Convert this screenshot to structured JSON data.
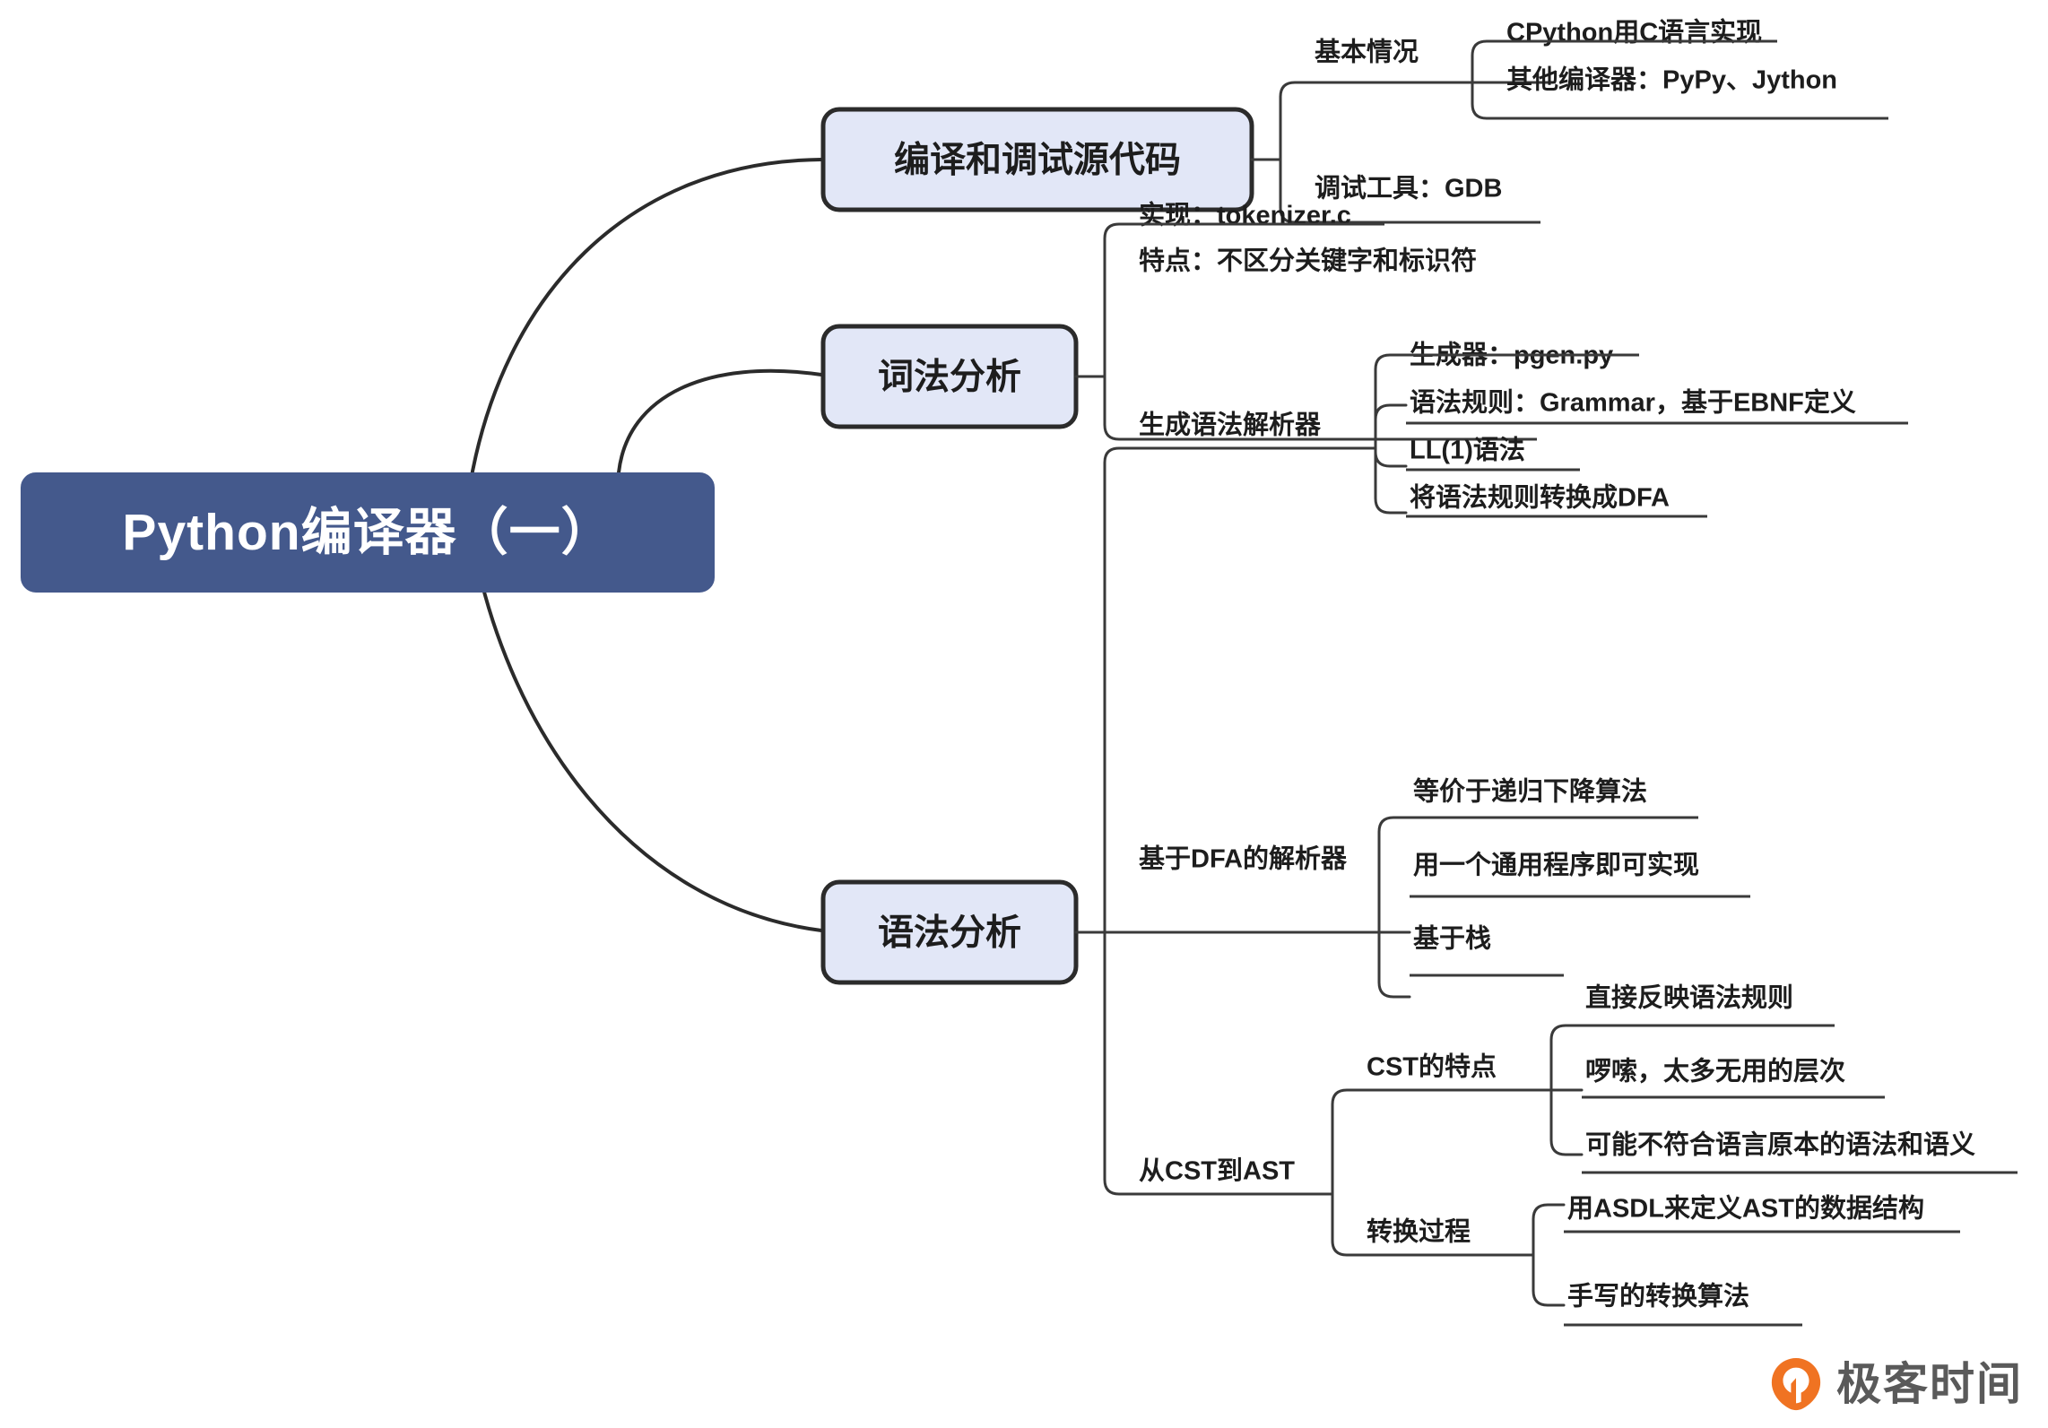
{
  "mindmap": {
    "root": {
      "label": "Python编译器（一）",
      "color": "#44598c",
      "text_color": "#ffffff"
    },
    "branch_color": "#e2e7f7",
    "line_color": "#2b2b2b",
    "branches": [
      {
        "label": "编译和调试源代码",
        "children": [
          {
            "label": "基本情况",
            "children": [
              {
                "label": "CPython用C语言实现"
              },
              {
                "label": "其他编译器：PyPy、Jython"
              }
            ]
          },
          {
            "label": "调试工具：GDB",
            "children": []
          }
        ]
      },
      {
        "label": "词法分析",
        "children": [
          {
            "label": "实现：tokenizer.c",
            "children": []
          },
          {
            "label": "特点：不区分关键字和标识符",
            "children": []
          }
        ]
      },
      {
        "label": "语法分析",
        "children": [
          {
            "label": "生成语法解析器",
            "children": [
              {
                "label": "生成器：pgen.py"
              },
              {
                "label": "语法规则：Grammar，基于EBNF定义"
              },
              {
                "label": "LL(1)语法"
              },
              {
                "label": "将语法规则转换成DFA"
              }
            ]
          },
          {
            "label": "基于DFA的解析器",
            "children": [
              {
                "label": "等价于递归下降算法"
              },
              {
                "label": "用一个通用程序即可实现"
              },
              {
                "label": "基于栈"
              }
            ]
          },
          {
            "label": "从CST到AST",
            "children": [
              {
                "label": "CST的特点",
                "children": [
                  {
                    "label": "直接反映语法规则"
                  },
                  {
                    "label": "啰嗦，太多无用的层次"
                  },
                  {
                    "label": "可能不符合语言原本的语法和语义"
                  }
                ]
              },
              {
                "label": "转换过程",
                "children": [
                  {
                    "label": "用ASDL来定义AST的数据结构"
                  },
                  {
                    "label": "手写的转换算法"
                  }
                ]
              }
            ]
          }
        ]
      }
    ]
  },
  "brand": {
    "name": "极客时间",
    "logo_icon": "geektime-logo-icon",
    "accent_color": "#f07322"
  }
}
